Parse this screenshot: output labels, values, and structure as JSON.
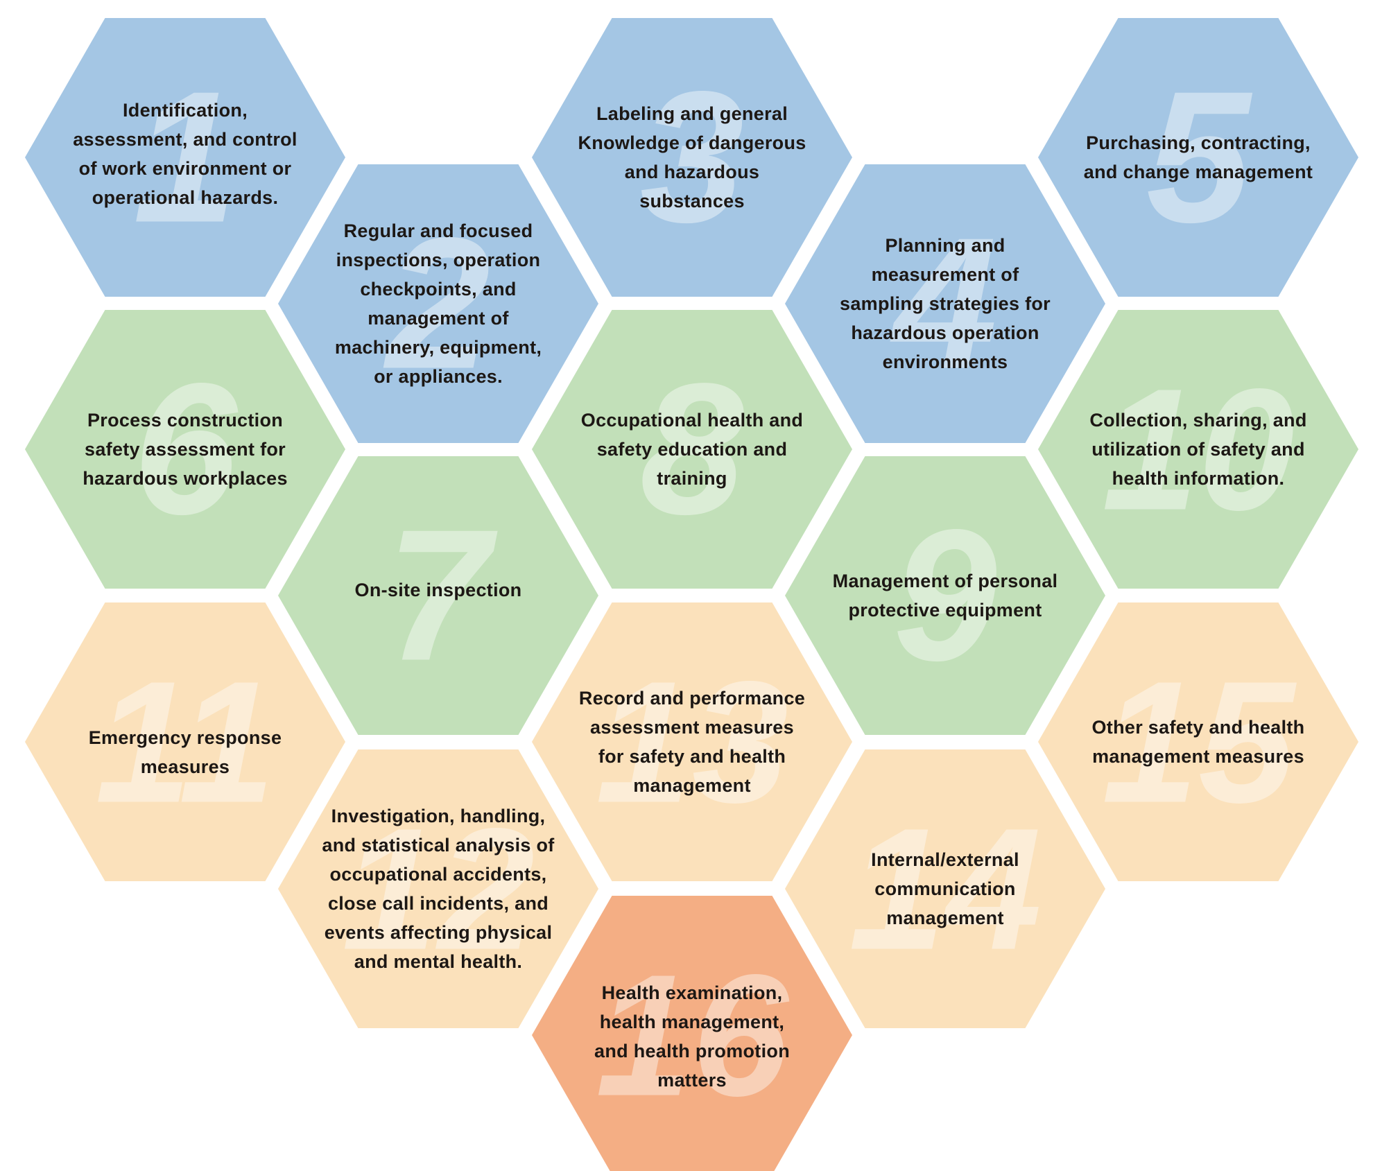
{
  "colors": {
    "blue": "#a4c6e4",
    "green": "#c2e0b9",
    "peach": "#fbe1bb",
    "salmon": "#f4ae84",
    "text": "#1c1714"
  },
  "hexagons": [
    {
      "number": "1",
      "color": "blue",
      "lines": [
        "Identification,",
        "assessment, and control",
        "of work environment or",
        "operational hazards."
      ]
    },
    {
      "number": "2",
      "color": "blue",
      "lines": [
        "Regular and focused",
        "inspections, operation",
        "checkpoints, and",
        "management of",
        "machinery, equipment,",
        "or appliances."
      ]
    },
    {
      "number": "3",
      "color": "blue",
      "lines": [
        "Labeling and general",
        "Knowledge of dangerous",
        "and hazardous",
        "substances"
      ]
    },
    {
      "number": "4",
      "color": "blue",
      "lines": [
        "Planning and",
        "measurement of",
        "sampling strategies for",
        "hazardous operation",
        "environments"
      ]
    },
    {
      "number": "5",
      "color": "blue",
      "lines": [
        "Purchasing, contracting,",
        "and change management"
      ]
    },
    {
      "number": "6",
      "color": "green",
      "lines": [
        "Process construction",
        "safety assessment for",
        "hazardous workplaces"
      ]
    },
    {
      "number": "7",
      "color": "green",
      "lines": [
        "On-site inspection"
      ]
    },
    {
      "number": "8",
      "color": "green",
      "lines": [
        "Occupational health and",
        "safety education and",
        "training"
      ]
    },
    {
      "number": "9",
      "color": "green",
      "lines": [
        "Management of personal",
        "protective equipment"
      ]
    },
    {
      "number": "10",
      "color": "green",
      "lines": [
        "Collection, sharing, and",
        "utilization of safety and",
        "health information."
      ]
    },
    {
      "number": "11",
      "color": "peach",
      "lines": [
        "Emergency response",
        "measures"
      ]
    },
    {
      "number": "12",
      "color": "peach",
      "lines": [
        "Investigation, handling,",
        "and statistical analysis of",
        "occupational accidents,",
        "close call incidents, and",
        "events affecting physical",
        "and mental health."
      ]
    },
    {
      "number": "13",
      "color": "peach",
      "lines": [
        "Record and performance",
        "assessment measures",
        "for safety and health",
        "management"
      ]
    },
    {
      "number": "14",
      "color": "peach",
      "lines": [
        "Internal/external",
        "communication",
        "management"
      ]
    },
    {
      "number": "15",
      "color": "peach",
      "lines": [
        "Other safety and health",
        "management measures"
      ]
    },
    {
      "number": "16",
      "color": "salmon",
      "lines": [
        "Health examination,",
        "health management,",
        "and health promotion",
        "matters"
      ]
    }
  ]
}
